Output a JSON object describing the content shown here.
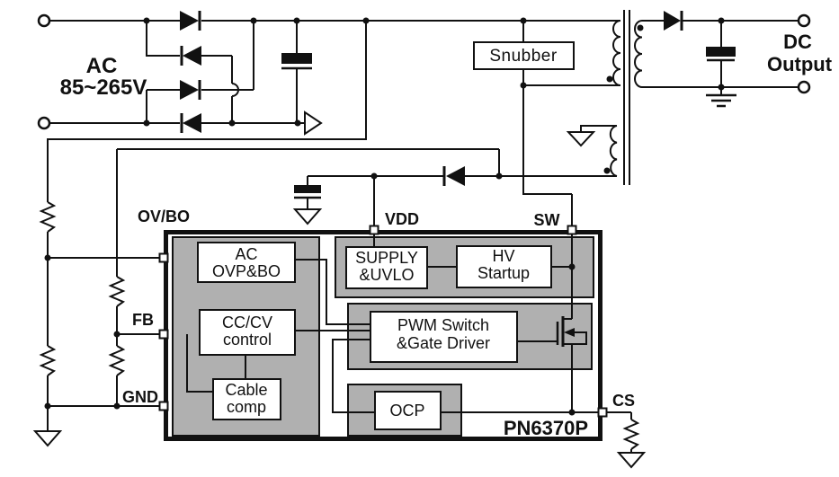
{
  "schematic": {
    "ac_input": {
      "line1": "AC",
      "line2": "85~265V"
    },
    "snubber_label": "Snubber",
    "dc_output": {
      "line1": "DC",
      "line2": "Output"
    },
    "ic": {
      "part_number": "PN6370P",
      "pins": {
        "ov_bo": "OV/BO",
        "fb": "FB",
        "gnd": "GND",
        "vdd": "VDD",
        "sw": "SW",
        "cs": "CS"
      },
      "blocks": {
        "ac_ovp_bo": {
          "line1": "AC",
          "line2": "OVP&BO"
        },
        "supply_uvlo": {
          "line1": "SUPPLY",
          "line2": "&UVLO"
        },
        "hv_startup": {
          "line1": "HV",
          "line2": "Startup"
        },
        "cc_cv": {
          "line1": "CC/CV",
          "line2": "control"
        },
        "pwm": {
          "line1": "PWM Switch",
          "line2": "&Gate Driver"
        },
        "cable_comp": {
          "line1": "Cable",
          "line2": "comp"
        },
        "ocp": {
          "line1": "OCP"
        }
      }
    },
    "colors": {
      "ink": "#111111",
      "block_gray": "#b0b0b0",
      "background": "#ffffff"
    }
  }
}
